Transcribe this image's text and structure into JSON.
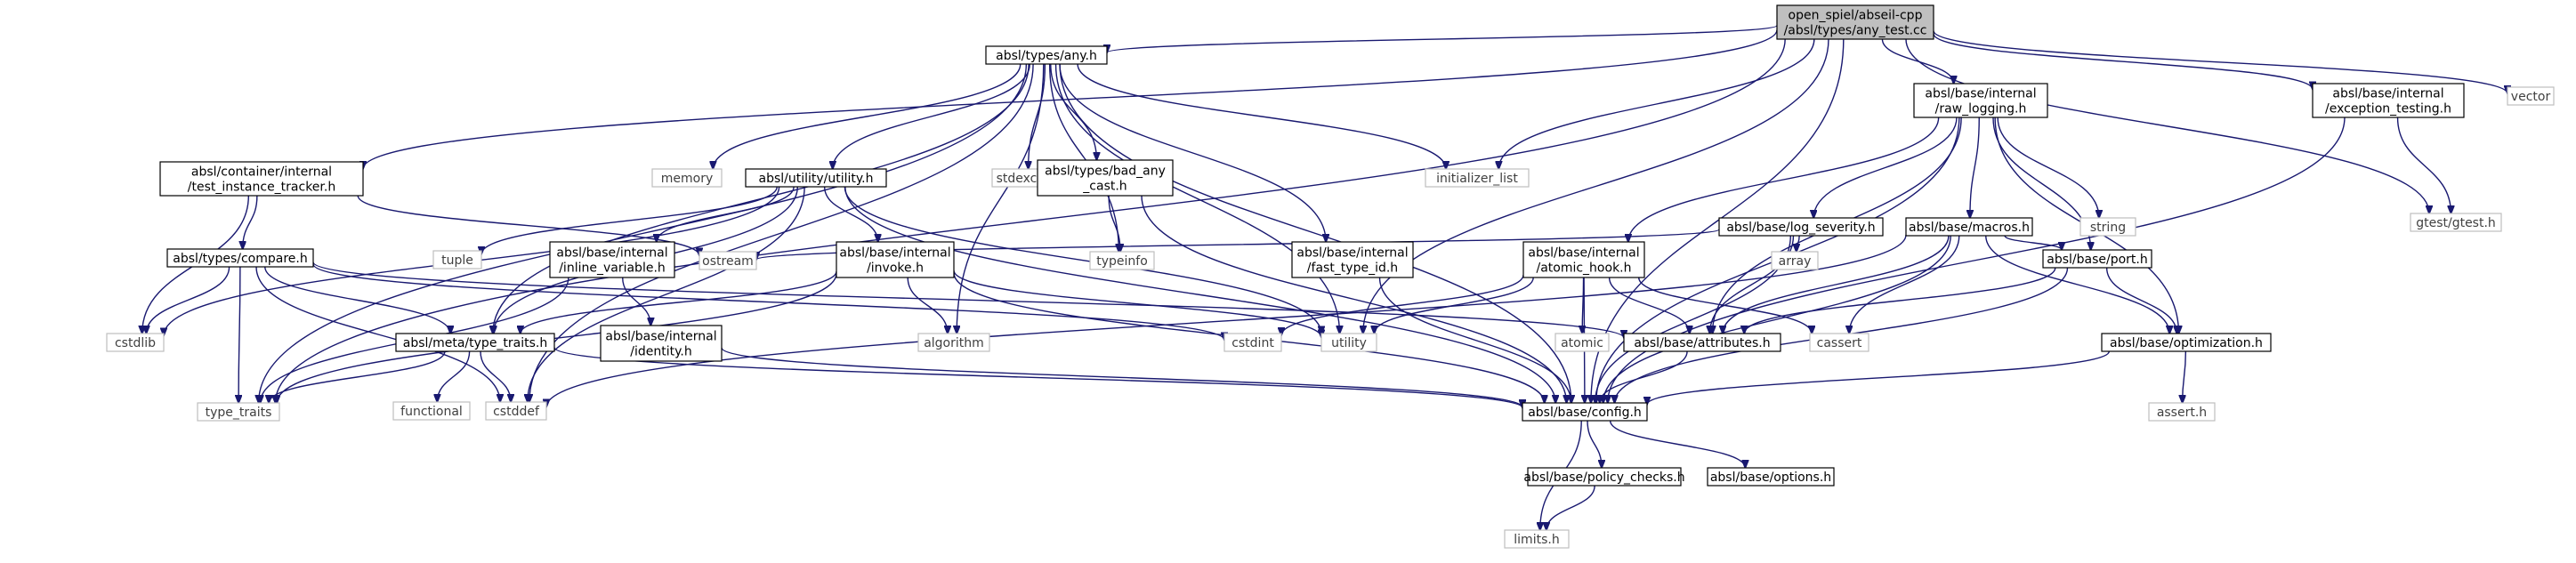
{
  "colors": {
    "root_fill": "#bfbfbf",
    "internal_border": "#000000",
    "external_border": "#bfbfbf",
    "external_text": "#404040",
    "edge": "#191970"
  },
  "nodes": [
    {
      "id": "root",
      "lines": [
        "open_spiel/abseil-cpp",
        "/absl/types/any_test.cc"
      ],
      "kind": "root"
    },
    {
      "id": "any_h",
      "lines": [
        "absl/types/any.h"
      ],
      "kind": "internal"
    },
    {
      "id": "tracker",
      "lines": [
        "absl/container/internal",
        "/test_instance_tracker.h"
      ],
      "kind": "internal"
    },
    {
      "id": "memory",
      "lines": [
        "memory"
      ],
      "kind": "external"
    },
    {
      "id": "utility_h",
      "lines": [
        "absl/utility/utility.h"
      ],
      "kind": "internal"
    },
    {
      "id": "stdexcept",
      "lines": [
        "stdexcept"
      ],
      "kind": "external"
    },
    {
      "id": "bad_any_cast",
      "lines": [
        "absl/types/bad_any",
        "_cast.h"
      ],
      "kind": "internal"
    },
    {
      "id": "initializer_list",
      "lines": [
        "initializer_list"
      ],
      "kind": "external"
    },
    {
      "id": "raw_logging",
      "lines": [
        "absl/base/internal",
        "/raw_logging.h"
      ],
      "kind": "internal"
    },
    {
      "id": "exception_testing",
      "lines": [
        "absl/base/internal",
        "/exception_testing.h"
      ],
      "kind": "internal"
    },
    {
      "id": "vector",
      "lines": [
        "vector"
      ],
      "kind": "external"
    },
    {
      "id": "gtest",
      "lines": [
        "gtest/gtest.h"
      ],
      "kind": "external"
    },
    {
      "id": "compare",
      "lines": [
        "absl/types/compare.h"
      ],
      "kind": "internal"
    },
    {
      "id": "tuple",
      "lines": [
        "tuple"
      ],
      "kind": "external"
    },
    {
      "id": "inline_variable",
      "lines": [
        "absl/base/internal",
        "/inline_variable.h"
      ],
      "kind": "internal"
    },
    {
      "id": "ostream",
      "lines": [
        "ostream"
      ],
      "kind": "external"
    },
    {
      "id": "invoke",
      "lines": [
        "absl/base/internal",
        "/invoke.h"
      ],
      "kind": "internal"
    },
    {
      "id": "typeinfo",
      "lines": [
        "typeinfo"
      ],
      "kind": "external"
    },
    {
      "id": "fast_type_id",
      "lines": [
        "absl/base/internal",
        "/fast_type_id.h"
      ],
      "kind": "internal"
    },
    {
      "id": "log_severity",
      "lines": [
        "absl/base/log_severity.h"
      ],
      "kind": "internal"
    },
    {
      "id": "array",
      "lines": [
        "array"
      ],
      "kind": "external"
    },
    {
      "id": "atomic_hook",
      "lines": [
        "absl/base/internal",
        "/atomic_hook.h"
      ],
      "kind": "internal"
    },
    {
      "id": "macros",
      "lines": [
        "absl/base/macros.h"
      ],
      "kind": "internal"
    },
    {
      "id": "string",
      "lines": [
        "string"
      ],
      "kind": "external"
    },
    {
      "id": "port",
      "lines": [
        "absl/base/port.h"
      ],
      "kind": "internal"
    },
    {
      "id": "cstdlib",
      "lines": [
        "cstdlib"
      ],
      "kind": "external"
    },
    {
      "id": "identity",
      "lines": [
        "absl/base/internal",
        "/identity.h"
      ],
      "kind": "internal"
    },
    {
      "id": "type_traits_h",
      "lines": [
        "absl/meta/type_traits.h"
      ],
      "kind": "internal"
    },
    {
      "id": "algorithm",
      "lines": [
        "algorithm"
      ],
      "kind": "external"
    },
    {
      "id": "cstdint",
      "lines": [
        "cstdint"
      ],
      "kind": "external"
    },
    {
      "id": "utility",
      "lines": [
        "utility"
      ],
      "kind": "external"
    },
    {
      "id": "atomic",
      "lines": [
        "atomic"
      ],
      "kind": "external"
    },
    {
      "id": "attributes",
      "lines": [
        "absl/base/attributes.h"
      ],
      "kind": "internal"
    },
    {
      "id": "cassert",
      "lines": [
        "cassert"
      ],
      "kind": "external"
    },
    {
      "id": "optimization",
      "lines": [
        "absl/base/optimization.h"
      ],
      "kind": "internal"
    },
    {
      "id": "type_traits",
      "lines": [
        "type_traits"
      ],
      "kind": "external"
    },
    {
      "id": "functional",
      "lines": [
        "functional"
      ],
      "kind": "external"
    },
    {
      "id": "cstddef",
      "lines": [
        "cstddef"
      ],
      "kind": "external"
    },
    {
      "id": "config",
      "lines": [
        "absl/base/config.h"
      ],
      "kind": "internal"
    },
    {
      "id": "assert_h",
      "lines": [
        "assert.h"
      ],
      "kind": "external"
    },
    {
      "id": "policy_checks",
      "lines": [
        "absl/base/policy_checks.h"
      ],
      "kind": "internal"
    },
    {
      "id": "options",
      "lines": [
        "absl/base/options.h"
      ],
      "kind": "internal"
    },
    {
      "id": "limits_h",
      "lines": [
        "limits.h"
      ],
      "kind": "external"
    }
  ],
  "edges": [
    [
      "root",
      "any_h"
    ],
    [
      "root",
      "tracker"
    ],
    [
      "root",
      "initializer_list"
    ],
    [
      "root",
      "type_traits"
    ],
    [
      "root",
      "utility"
    ],
    [
      "root",
      "vector"
    ],
    [
      "root",
      "gtest"
    ],
    [
      "root",
      "config"
    ],
    [
      "root",
      "exception_testing"
    ],
    [
      "root",
      "raw_logging"
    ],
    [
      "any_h",
      "memory"
    ],
    [
      "any_h",
      "utility_h"
    ],
    [
      "any_h",
      "stdexcept"
    ],
    [
      "any_h",
      "bad_any_cast"
    ],
    [
      "any_h",
      "initializer_list"
    ],
    [
      "any_h",
      "typeinfo"
    ],
    [
      "any_h",
      "fast_type_id"
    ],
    [
      "any_h",
      "utility"
    ],
    [
      "any_h",
      "algorithm"
    ],
    [
      "any_h",
      "type_traits_h"
    ],
    [
      "any_h",
      "cstddef"
    ],
    [
      "any_h",
      "type_traits"
    ],
    [
      "any_h",
      "config"
    ],
    [
      "tracker",
      "cstdlib"
    ],
    [
      "tracker",
      "compare"
    ],
    [
      "tracker",
      "ostream"
    ],
    [
      "utility_h",
      "tuple"
    ],
    [
      "utility_h",
      "inline_variable"
    ],
    [
      "utility_h",
      "invoke"
    ],
    [
      "utility_h",
      "cstdlib"
    ],
    [
      "utility_h",
      "type_traits_h"
    ],
    [
      "utility_h",
      "cstddef"
    ],
    [
      "utility_h",
      "utility"
    ],
    [
      "utility_h",
      "config"
    ],
    [
      "bad_any_cast",
      "typeinfo"
    ],
    [
      "bad_any_cast",
      "config"
    ],
    [
      "raw_logging",
      "string"
    ],
    [
      "raw_logging",
      "log_severity"
    ],
    [
      "raw_logging",
      "atomic_hook"
    ],
    [
      "raw_logging",
      "macros"
    ],
    [
      "raw_logging",
      "port"
    ],
    [
      "raw_logging",
      "attributes"
    ],
    [
      "raw_logging",
      "optimization"
    ],
    [
      "raw_logging",
      "config"
    ],
    [
      "exception_testing",
      "gtest"
    ],
    [
      "exception_testing",
      "config"
    ],
    [
      "compare",
      "cstdlib"
    ],
    [
      "compare",
      "type_traits"
    ],
    [
      "compare",
      "type_traits_h"
    ],
    [
      "compare",
      "cstddef"
    ],
    [
      "compare",
      "attributes"
    ],
    [
      "compare",
      "cstdint"
    ],
    [
      "inline_variable",
      "identity"
    ],
    [
      "inline_variable",
      "type_traits"
    ],
    [
      "invoke",
      "algorithm"
    ],
    [
      "invoke",
      "type_traits_h"
    ],
    [
      "invoke",
      "utility"
    ],
    [
      "invoke",
      "type_traits"
    ],
    [
      "invoke",
      "config"
    ],
    [
      "fast_type_id",
      "config"
    ],
    [
      "log_severity",
      "array"
    ],
    [
      "log_severity",
      "ostream"
    ],
    [
      "log_severity",
      "attributes"
    ],
    [
      "log_severity",
      "config"
    ],
    [
      "atomic_hook",
      "atomic"
    ],
    [
      "atomic_hook",
      "cassert"
    ],
    [
      "atomic_hook",
      "cstdint"
    ],
    [
      "atomic_hook",
      "utility"
    ],
    [
      "atomic_hook",
      "attributes"
    ],
    [
      "atomic_hook",
      "config"
    ],
    [
      "macros",
      "cassert"
    ],
    [
      "macros",
      "cstddef"
    ],
    [
      "macros",
      "attributes"
    ],
    [
      "macros",
      "optimization"
    ],
    [
      "macros",
      "port"
    ],
    [
      "macros",
      "config"
    ],
    [
      "port",
      "attributes"
    ],
    [
      "port",
      "optimization"
    ],
    [
      "port",
      "config"
    ],
    [
      "identity",
      "config"
    ],
    [
      "type_traits_h",
      "cstddef"
    ],
    [
      "type_traits_h",
      "functional"
    ],
    [
      "type_traits_h",
      "type_traits"
    ],
    [
      "type_traits_h",
      "config"
    ],
    [
      "attributes",
      "config"
    ],
    [
      "optimization",
      "assert_h"
    ],
    [
      "optimization",
      "config"
    ],
    [
      "config",
      "limits_h"
    ],
    [
      "config",
      "options"
    ],
    [
      "config",
      "policy_checks"
    ],
    [
      "policy_checks",
      "limits_h"
    ]
  ]
}
